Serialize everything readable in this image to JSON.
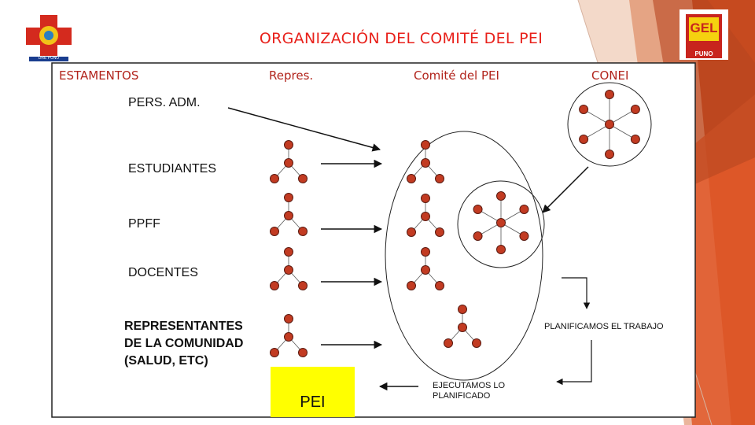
{
  "title": "ORGANIZACIÓN DEL COMITÉ DEL PEI",
  "headers": {
    "estamentos": "ESTAMENTOS",
    "repres": "Repres.",
    "comite": "Comité del PEI",
    "conei": "CONEI"
  },
  "estamentos": [
    "PERS. ADM.",
    "ESTUDIANTES",
    "PPFF",
    "DOCENTES",
    "REPRESENTANTES",
    "DE LA COMUNIDAD",
    "(SALUD, ETC)"
  ],
  "notes": {
    "planificamos": "PLANIFICAMOS EL TRABAJO",
    "ejecutamos_1": "EJECUTAMOS LO",
    "ejecutamos_2": "PLANIFICADO"
  },
  "pei_label": "PEI",
  "logos": {
    "left_text": "DRE PUNO",
    "right_text": "PUNO",
    "right_mark": "GEL"
  },
  "colors": {
    "title": "#e8211b",
    "header": "#b2251d",
    "node_fill": "#c23b22",
    "node_stroke": "#5a1a10",
    "pei_box": "#ffff00",
    "accent_orange": "#e0592a"
  }
}
